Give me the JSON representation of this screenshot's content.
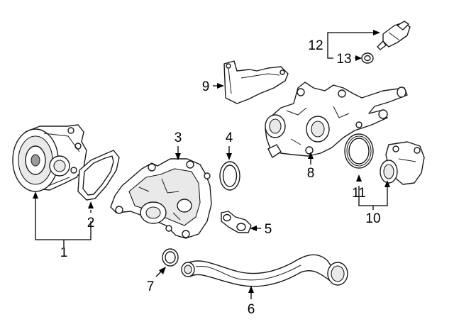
{
  "diagram": {
    "callouts": [
      {
        "id": "1",
        "label": "1"
      },
      {
        "id": "2",
        "label": "2"
      },
      {
        "id": "3",
        "label": "3"
      },
      {
        "id": "4",
        "label": "4"
      },
      {
        "id": "5",
        "label": "5"
      },
      {
        "id": "6",
        "label": "6"
      },
      {
        "id": "7",
        "label": "7"
      },
      {
        "id": "8",
        "label": "8"
      },
      {
        "id": "9",
        "label": "9"
      },
      {
        "id": "10",
        "label": "10"
      },
      {
        "id": "11",
        "label": "11"
      },
      {
        "id": "12",
        "label": "12"
      },
      {
        "id": "13",
        "label": "13"
      }
    ],
    "colors": {
      "line": "#1a1a1a",
      "fill": "#ffffff",
      "shade": "#e9e9e9"
    }
  }
}
